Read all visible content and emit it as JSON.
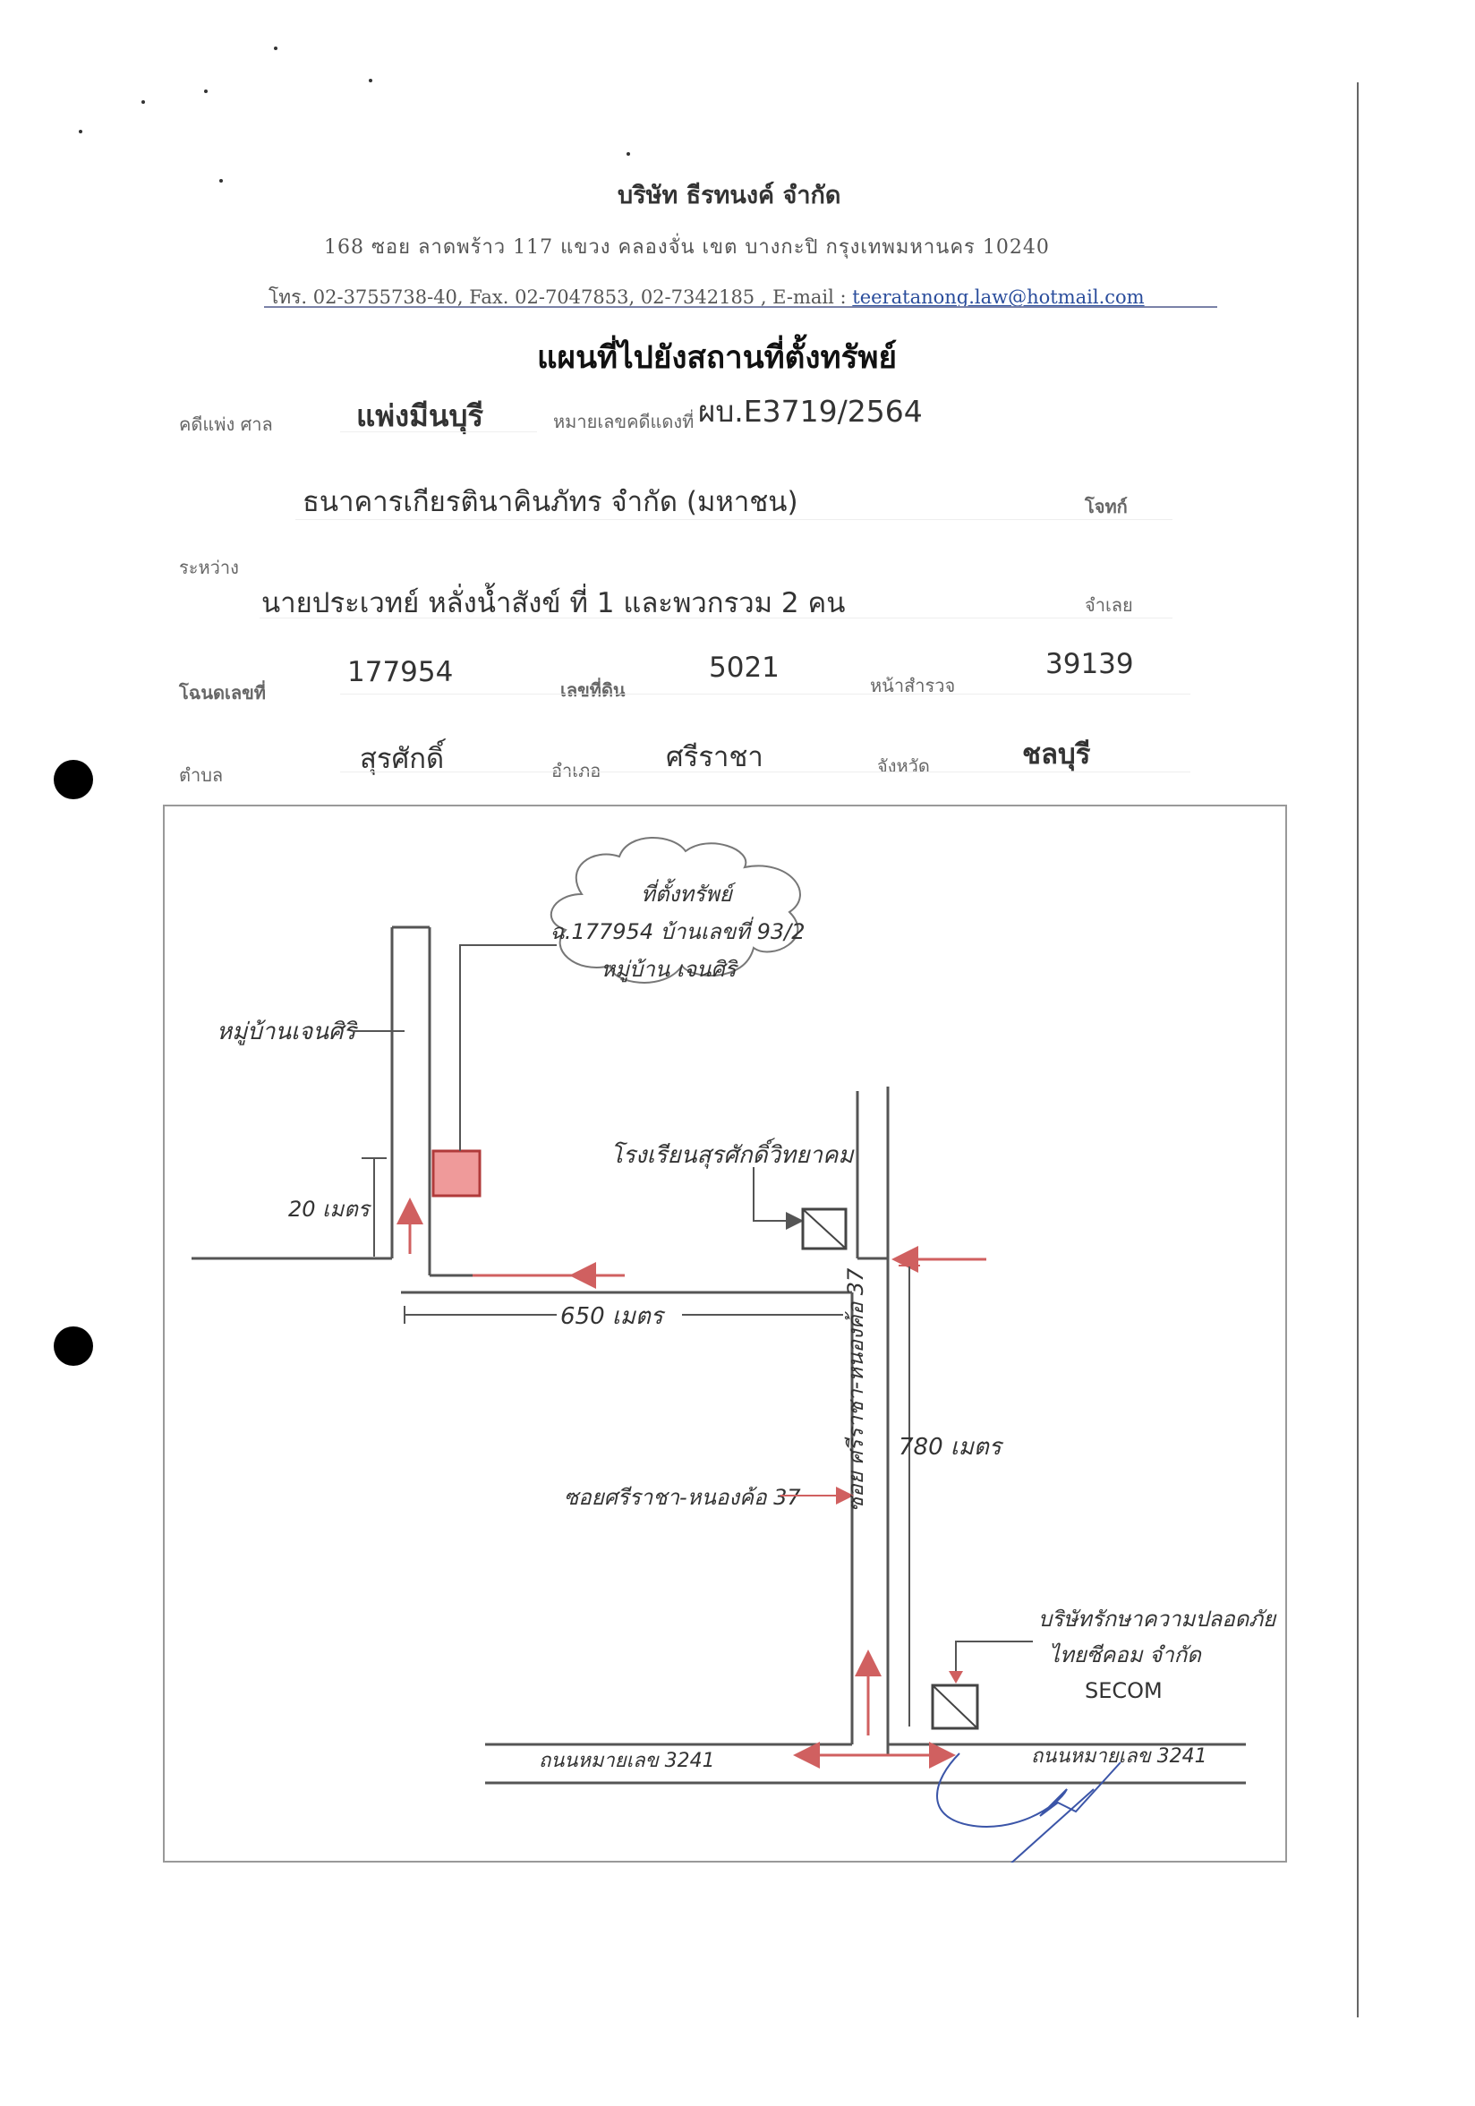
{
  "header": {
    "company": "บริษัท ธีรทนงค์ จำกัด",
    "address": "168 ซอย ลาดพร้าว 117 แขวง คลองจั่น เขต บางกะปิ กรุงเทพมหานคร 10240",
    "contact_prefix": "โทร. 02-3755738-40, Fax. 02-7047853, 02-7342185 , E-mail : ",
    "email": "teeratanong.law@hotmail.com"
  },
  "title": "แผนที่ไปยังสถานที่ตั้งทรัพย์",
  "case": {
    "court_label": "คดีแพ่ง ศาล",
    "court_value": "แพ่งมีนบุรี",
    "red_case_label": "หมายเลขคดีแดงที่",
    "red_case_value": "ผบ.E3719/2564",
    "plaintiff_value": "ธนาคารเกียรตินาคินภัทร จำกัด (มหาชน)",
    "plaintiff_label": "โจทก์",
    "between_label": "ระหว่าง",
    "defendant_value": "นายประเวทย์ หลั่งน้ำสังข์ ที่ 1 และพวกรวม 2 คน",
    "defendant_label": "จำเลย"
  },
  "land": {
    "deed_label": "โฉนดเลขที่",
    "deed_value": "177954",
    "land_no_label": "เลขที่ดิน",
    "land_no_value": "5021",
    "survey_label": "หน้าสำรวจ",
    "survey_value": "39139",
    "subdistrict_label": "ตำบล",
    "subdistrict_value": "สุรศักดิ์",
    "district_label": "อำเภอ",
    "district_value": "ศรีราชา",
    "province_label": "จังหวัด",
    "province_value": "ชลบุรี"
  },
  "map": {
    "property_line1": "ที่ตั้งทรัพย์",
    "property_line2": "ฉ.177954 บ้านเลขที่ 93/2",
    "property_line3": "หมู่บ้าน เจนศิริ",
    "village_label": "หมู่บ้านเจนศิริ",
    "school_label": "โรงเรียนสุรศักดิ์วิทยาคม",
    "dist_20": "20 เมตร",
    "dist_650": "650 เมตร",
    "dist_780": "780 เมตร",
    "soi_label": "ซอยศรีราชา-หนองค้อ 37",
    "soi_vertical": "ซอย ศรีราชา-หนองค้อ 37",
    "company_line1": "บริษัทรักษาความปลอดภัย",
    "company_line2": "ไทยซีคอม จำกัด",
    "company_line3": "SECOM",
    "road_left": "ถนนหมายเลข 3241",
    "road_right": "ถนนหมายเลข 3241",
    "colors": {
      "road": "#555555",
      "arrow": "#d06060",
      "property_fill": "#ef9a9a",
      "property_stroke": "#b03a3a"
    }
  }
}
